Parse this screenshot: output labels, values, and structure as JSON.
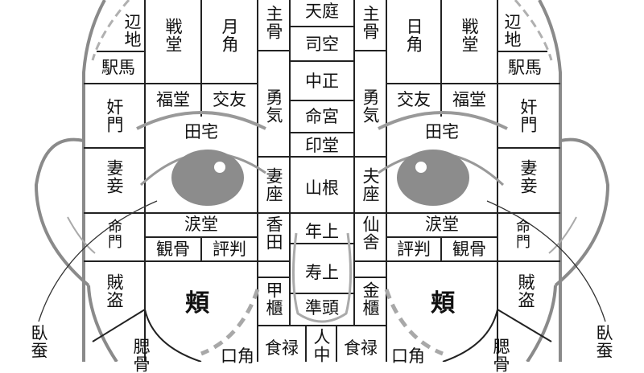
{
  "diagram": {
    "title_hidden": "",
    "colors": {
      "line": "#222222",
      "face_outline": "#8a8a8a",
      "eye": "#8c8c8c",
      "dashed": "#a8a8a8",
      "background": "#ffffff"
    },
    "center": {
      "tentei": "天庭",
      "shikuu": "司空",
      "chuusei": "中正",
      "meikyuu": "命宮",
      "indou": "印堂",
      "sankon": "山根",
      "nenjou": "年上",
      "jujou": "寿上",
      "juntou": "準頭",
      "jinchuu": "人中"
    },
    "left": {
      "henchi": "辺地",
      "ekiba": "駅馬",
      "sendou": "戦堂",
      "gekkaku": "月角",
      "shukotsu": "主骨",
      "fukudou": "福堂",
      "kouyuu": "交友",
      "yuuki": "勇気",
      "kanmon": "奸門",
      "denntaku": "田宅",
      "saishou": "妻妾",
      "saiza": "妻座",
      "ruidou": "涙堂",
      "meimon": "命門",
      "kankotsu": "観骨",
      "hyouhan": "評判",
      "kouden": "香田",
      "zokutou": "賊盗",
      "kyou": "頬",
      "koukitsu": "甲櫃",
      "shokuroku": "食禄",
      "sai": "腮骨",
      "kougaku": "口角",
      "gasan": "臥蚕"
    },
    "right": {
      "henchi": "辺地",
      "ekiba": "駅馬",
      "sendou": "戦堂",
      "nikkaku": "日角",
      "shukotsu": "主骨",
      "fukudou": "福堂",
      "kouyuu": "交友",
      "yuuki": "勇気",
      "kanmon": "奸門",
      "denntaku": "田宅",
      "saishou": "妻妾",
      "fuza": "夫座",
      "ruidou": "涙堂",
      "meimon": "命門",
      "kankotsu": "観骨",
      "hyouhan": "評判",
      "sensha": "仙舎",
      "zokutou": "賊盗",
      "kyou": "頬",
      "kinki": "金櫃",
      "shokuroku": "食禄",
      "sai": "腮骨",
      "kougaku": "口角",
      "gasan": "臥蚕"
    }
  }
}
